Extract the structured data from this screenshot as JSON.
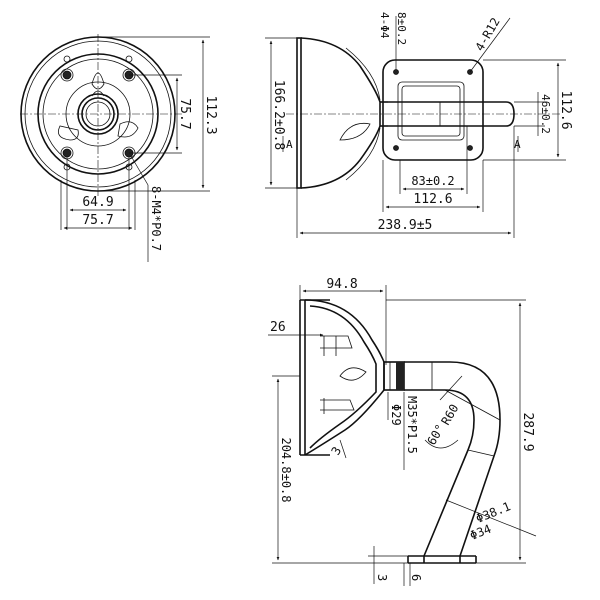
{
  "drawing": {
    "front_view": {
      "dims": {
        "overall_height": "112.3",
        "hole_spacing_v": "75.7",
        "hole_spacing_h1": "64.9",
        "hole_spacing_h2": "75.7",
        "thread": "8-M4*P0.7"
      }
    },
    "side_view": {
      "dims": {
        "hole_small": "8±0.2",
        "holes_dia": "4-Φ4",
        "corner_radius": "4-R12",
        "plate_height": "112.6",
        "arm_height": "46±0.2",
        "arm_width": "83±0.2",
        "plate_width": "112.6",
        "overall_length": "238.9±5",
        "height_166": "166.2±0.8",
        "section_a_left": "A",
        "section_a_right": "A"
      }
    },
    "section_view": {
      "dims": {
        "top_width": "94.8",
        "depth_26": "26",
        "bend_radius": "R60",
        "bend_angle": "60°",
        "pipe_dia": "Φ29",
        "thread": "M35*P1.5",
        "wall": "3",
        "total_height": "287.9",
        "lower_height": "204.8±0.8",
        "pipe_od": "Φ38.1",
        "pipe_id": "Φ34",
        "base_thk": "3",
        "base_flange": "6"
      }
    }
  }
}
